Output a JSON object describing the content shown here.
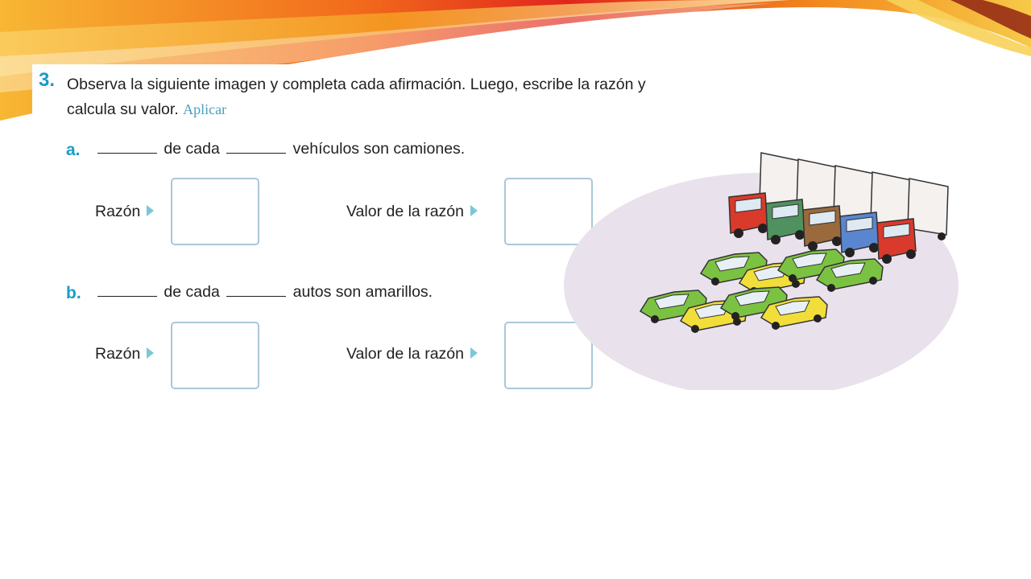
{
  "exercise": {
    "number": "3.",
    "prompt": "Observa la siguiente imagen y completa cada afirmación. Luego, escribe la razón y calcula su valor.",
    "skill": "Aplicar"
  },
  "items": [
    {
      "letter": "a.",
      "connector": "de cada",
      "ending": "vehículos son camiones.",
      "ratio_label": "Razón",
      "value_label": "Valor de la razón"
    },
    {
      "letter": "b.",
      "connector": "de cada",
      "ending": "autos son amarillos.",
      "ratio_label": "Razón",
      "value_label": "Valor de la razón"
    }
  ],
  "illustration": {
    "trucks": [
      "#d93a2b",
      "#4f9260",
      "#9a6a3c",
      "#5a86cf",
      "#d93a2b"
    ],
    "cars_row_back": [
      "#7cc242",
      "#f2de3a",
      "#7cc242",
      "#7cc242"
    ],
    "cars_row_front": [
      "#7cc242",
      "#f2de3a",
      "#7cc242",
      "#f2de3a"
    ],
    "ellipse_color": "#e9e1ec"
  },
  "colors": {
    "accent": "#1a9cc7",
    "box_border": "#a9c8d8",
    "arrow": "#7cc7d6"
  }
}
